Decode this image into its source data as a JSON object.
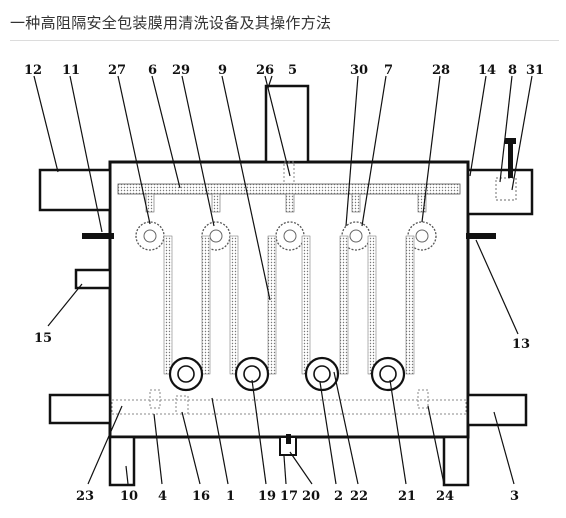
{
  "header": {
    "title": "一种高阻隔安全包装膜用清洗设备及其操作方法"
  },
  "figure": {
    "top_labels": [
      "12",
      "11",
      "27",
      "6",
      "29",
      "9",
      "26",
      "5",
      "30",
      "7",
      "28",
      "14",
      "8",
      "31"
    ],
    "left_label": "15",
    "right_label": "13",
    "bottom_labels": [
      "23",
      "10",
      "4",
      "16",
      "1",
      "19",
      "17",
      "20",
      "2",
      "22",
      "21",
      "24",
      "3"
    ]
  }
}
